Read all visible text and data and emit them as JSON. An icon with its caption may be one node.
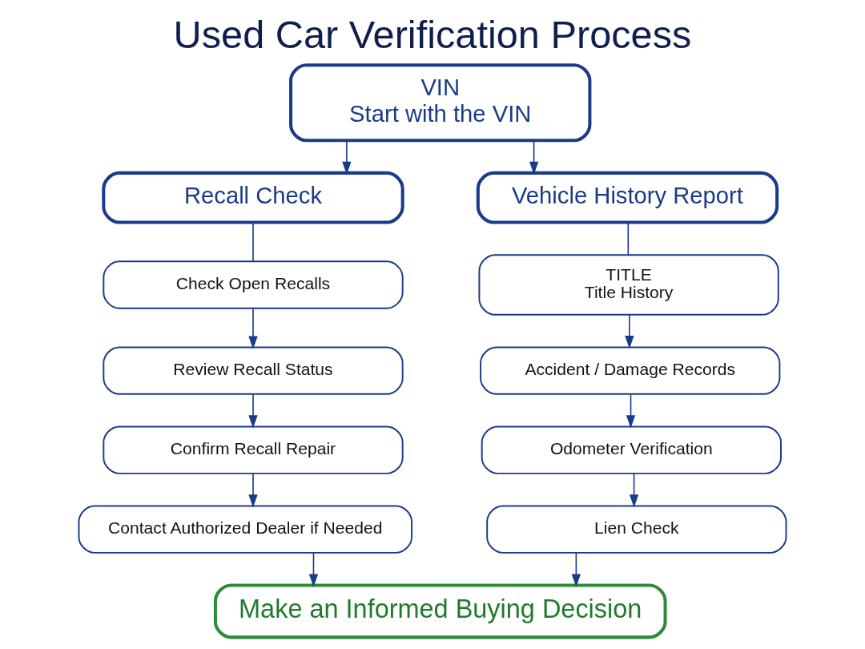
{
  "diagram": {
    "title": "Used Car Verification Process",
    "nodes": [
      {
        "text": [
          "VIN",
          "Start with the VIN"
        ]
      },
      {
        "text": [
          "Recall Check"
        ]
      },
      {
        "text": [
          "Check Open Recalls"
        ]
      },
      {
        "text": [
          "Review Recall Status"
        ]
      },
      {
        "text": [
          "Confirm Recall Repair"
        ]
      },
      {
        "text": [
          "Contact Authorized Dealer if Needed"
        ]
      },
      {
        "text": [
          "Vehicle History Report"
        ]
      },
      {
        "text": [
          "TITLE",
          "Title History"
        ]
      },
      {
        "text": [
          "Accident / Damage Records"
        ]
      },
      {
        "text": [
          "Odometer Verification"
        ]
      },
      {
        "text": [
          "Lien Check"
        ]
      },
      {
        "text": [
          "Make an Informed Buying Decision"
        ]
      }
    ],
    "edges": [
      {
        "from": 0,
        "to": 1,
        "arrow": "to"
      },
      {
        "from": 0,
        "to": 6,
        "arrow": "to"
      },
      {
        "from": 1,
        "to": 2,
        "arrow": "none"
      },
      {
        "from": 2,
        "to": 3,
        "arrow": "to"
      },
      {
        "from": 3,
        "to": 4,
        "arrow": "to"
      },
      {
        "from": 4,
        "to": 5,
        "arrow": "to"
      },
      {
        "from": 6,
        "to": 7,
        "arrow": "none"
      },
      {
        "from": 7,
        "to": 8,
        "arrow": "to"
      },
      {
        "from": 8,
        "to": 9,
        "arrow": "to"
      },
      {
        "from": 9,
        "to": 10,
        "arrow": "to"
      },
      {
        "from": 5,
        "to": 11,
        "arrow": "to"
      },
      {
        "from": 10,
        "to": 11,
        "arrow": "to"
      }
    ]
  }
}
